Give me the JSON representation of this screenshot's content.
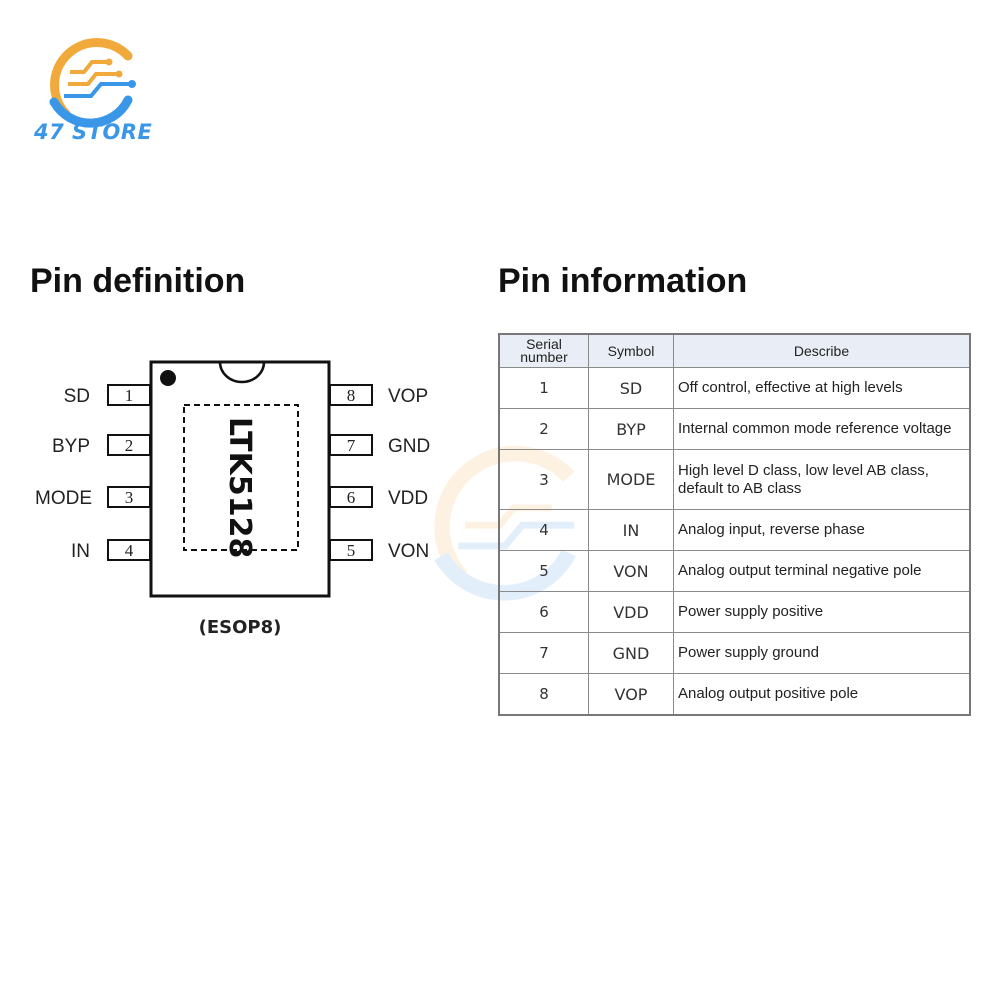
{
  "brand": {
    "name": "47 STORE",
    "colors": {
      "blue": "#3a97e8",
      "orange": "#f2a93b"
    },
    "icon": "circuit-ring-logo-icon"
  },
  "left_section": {
    "title": "Pin definition",
    "chip": {
      "part": "LTK5128",
      "package": "(ESOP8)",
      "left_pins": [
        {
          "number": "1",
          "label": "SD"
        },
        {
          "number": "2",
          "label": "BYP"
        },
        {
          "number": "3",
          "label": "MODE"
        },
        {
          "number": "4",
          "label": "IN"
        }
      ],
      "right_pins": [
        {
          "number": "8",
          "label": "VOP"
        },
        {
          "number": "7",
          "label": "GND"
        },
        {
          "number": "6",
          "label": "VDD"
        },
        {
          "number": "5",
          "label": "VON"
        }
      ]
    }
  },
  "right_section": {
    "title": "Pin information",
    "table": {
      "headers": {
        "serial_line1": "Serial",
        "serial_line2": "number",
        "symbol": "Symbol",
        "describe": "Describe"
      },
      "rows": [
        {
          "num": "1",
          "symbol": "SD",
          "desc": "Off control, effective at high levels"
        },
        {
          "num": "2",
          "symbol": "BYP",
          "desc": "Internal common mode reference voltage"
        },
        {
          "num": "3",
          "symbol": "MODE",
          "desc": "High level D class, low level AB class, default to AB class"
        },
        {
          "num": "4",
          "symbol": "IN",
          "desc": "Analog input, reverse phase"
        },
        {
          "num": "5",
          "symbol": "VON",
          "desc": "Analog output terminal negative pole"
        },
        {
          "num": "6",
          "symbol": "VDD",
          "desc": "Power supply positive"
        },
        {
          "num": "7",
          "symbol": "GND",
          "desc": "Power supply ground"
        },
        {
          "num": "8",
          "symbol": "VOP",
          "desc": "Analog output positive pole"
        }
      ]
    }
  }
}
